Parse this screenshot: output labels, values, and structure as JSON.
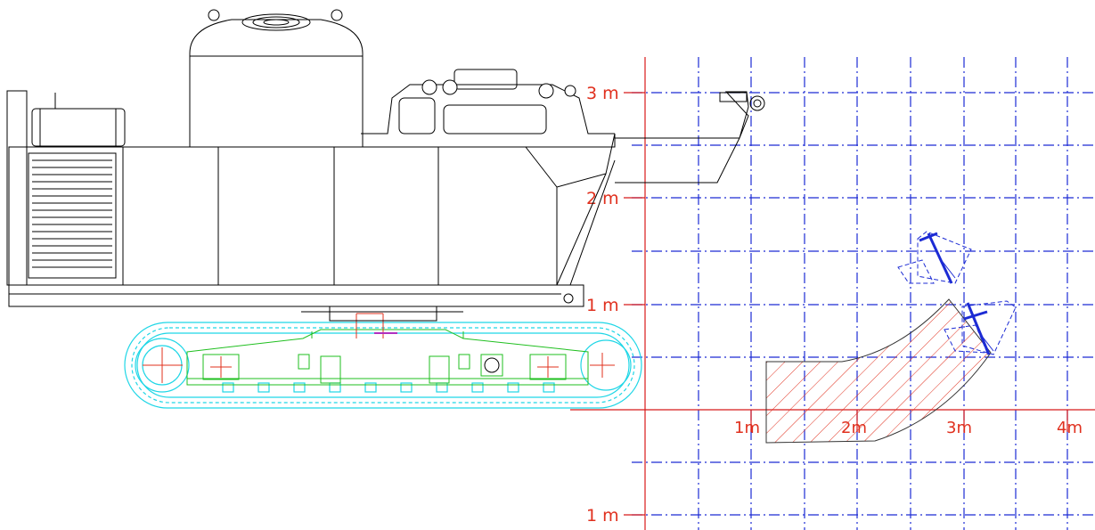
{
  "scale_labels": {
    "y_3m": "3 m",
    "y_2m": "2 m",
    "y_1m_upper": "1 m",
    "y_1m_lower": "1 m",
    "x_1m": "1m",
    "x_2m": "2m",
    "x_3m": "3m",
    "x_4m": "4m"
  },
  "colors": {
    "grid": "#1c2bd4",
    "axis_and_labels": "#e0301e",
    "machine_outline": "#000000",
    "undercarriage_frame": "#1fbf1f",
    "track_chain": "#1fd6e6",
    "cutting_area_hatch": "#e0301e",
    "cutter_head": "#1c2bd4"
  }
}
